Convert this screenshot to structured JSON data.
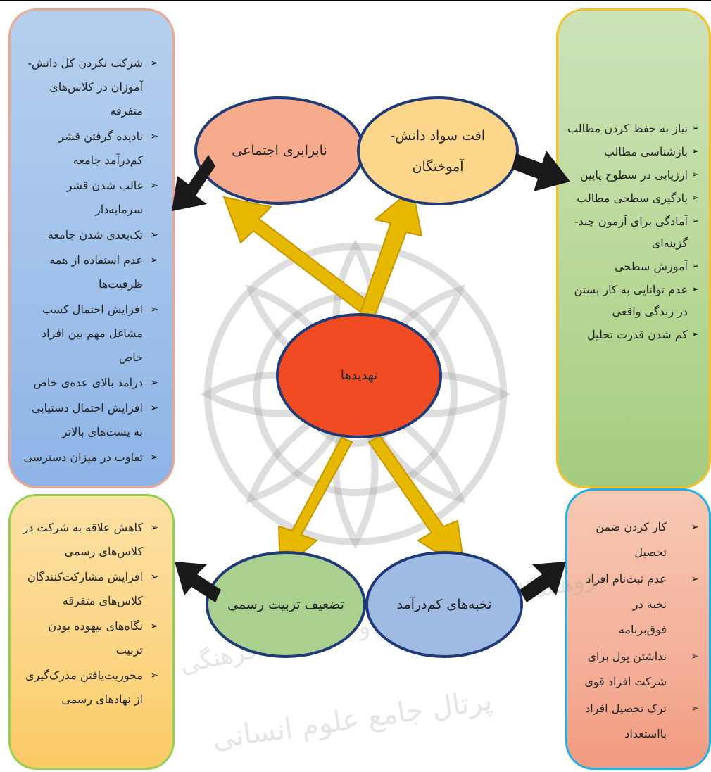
{
  "center": {
    "label": "تهدیدها"
  },
  "ovals": {
    "inequality": "نابرابری اجتماعی",
    "literacy": "افت سواد دانش-آموختگان",
    "weaken": "تضعیف تربیت رسمی",
    "elite": "نخبه‌های کم‌درآمد"
  },
  "panels": {
    "inequality_items": [
      "شرکت نکردن کل دانش-آموزان در کلاس‌های متفرقه",
      "نادیده گرفتن قشر کم‌درآمد جامعه",
      "غالب شدن قشر سرمایه‌دار",
      "تک‌بعدی شدن جامعه",
      "عدم استفاده از همه ظرفیت‌ها",
      "افزایش احتمال کسب مشاغل مهم بین افراد خاص",
      "درامد بالای عده‌ی خاص",
      "افزایش احتمال دستیابی به پست‌های بالاتر",
      "تفاوت در میزان دسترسی"
    ],
    "literacy_items": [
      "نیاز به حفظ کردن مطالب",
      "بازشناسی مطالب",
      "ارزیابی در سطوح پایین",
      "یادگیری سطحی مطالب",
      "آمادگی برای آزمون چند-گزینه‌ای",
      "آموزش سطحی",
      "عدم توانایی به کار بستن در زندگی واقعی",
      "کم شدن قدرت تحلیل"
    ],
    "weaken_items": [
      "کاهش علاقه به شرکت در کلاس‌های رسمی",
      "افزایش مشارکت‌کنندگان کلاس‌های متفرقه",
      "نگاه‌های بیهوده بودن تربیت",
      "محوریت‌یافتن مدرک‌گیری از نهادهای رسمی"
    ],
    "elite_items": [
      "کار کردن ضمن تحصیل",
      "عدم ثبت‌نام افراد نخبه در فوق‌برنامه",
      "نداشتن پول برای شرکت افراد قوی",
      "ترک تحصیل افراد بااستعداد"
    ]
  },
  "watermark": {
    "line1": "پژوهشگاه علوم انسانی و مطالعات فرهنگی",
    "line2": "پرتال جامع علوم انسانی"
  },
  "colors": {
    "arrow_yellow": "#e6b800",
    "arrow_black": "#1a1a1a",
    "oval_border": "#1f3a78"
  }
}
